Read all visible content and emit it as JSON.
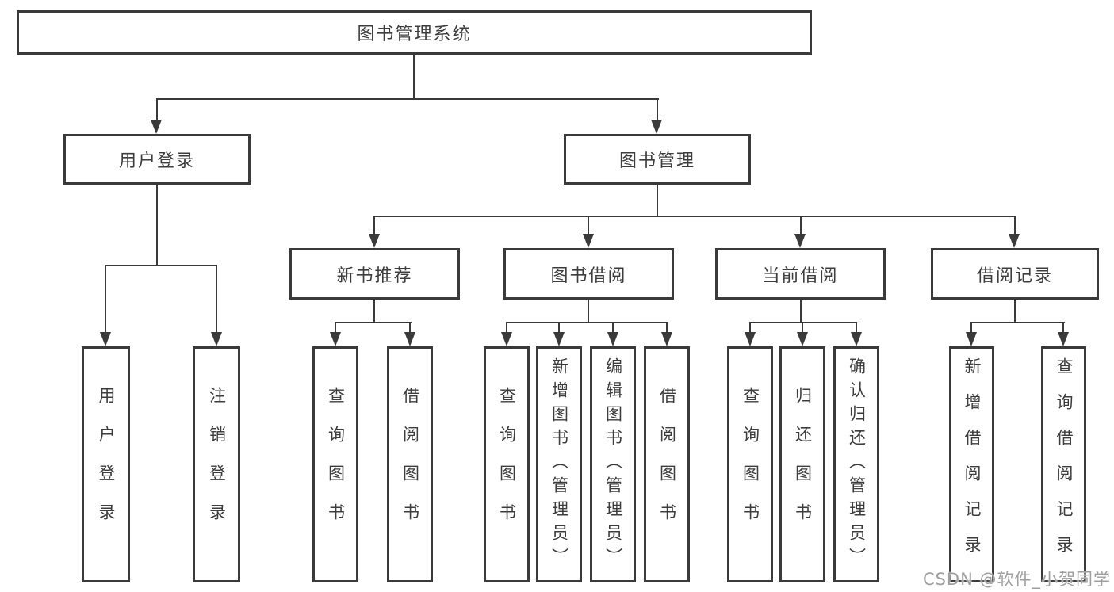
{
  "tree": {
    "label": "图书管理系统",
    "children": [
      {
        "label": "用户登录",
        "children": [
          {
            "label": "用户登录"
          },
          {
            "label": "注销登录"
          }
        ]
      },
      {
        "label": "图书管理",
        "children": [
          {
            "label": "新书推荐",
            "children": [
              {
                "label": "查询图书"
              },
              {
                "label": "借阅图书"
              }
            ]
          },
          {
            "label": "图书借阅",
            "children": [
              {
                "label": "查询图书"
              },
              {
                "label": "新增图书（管理员）"
              },
              {
                "label": "编辑图书（管理员）"
              },
              {
                "label": "借阅图书"
              }
            ]
          },
          {
            "label": "当前借阅",
            "children": [
              {
                "label": "查询图书"
              },
              {
                "label": "归还图书"
              },
              {
                "label": "确认归还（管理员）"
              }
            ]
          },
          {
            "label": "借阅记录",
            "children": [
              {
                "label": "新增借阅记录"
              },
              {
                "label": "查询借阅记录"
              }
            ]
          }
        ]
      }
    ]
  },
  "watermark": {
    "text": "CSDN @软件_小贺同学"
  },
  "colors": {
    "line": "#3a3a3a",
    "text": "#3d3d3d",
    "watermark": "#9f9f9f",
    "bg": "#ffffff"
  }
}
